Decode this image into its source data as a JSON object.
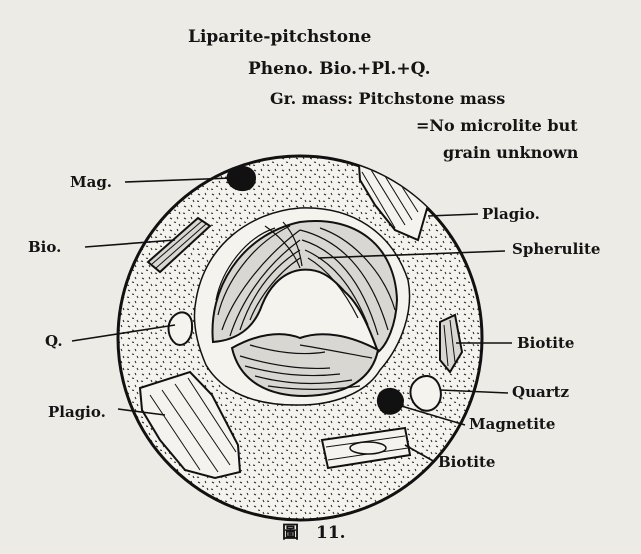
{
  "header": {
    "title": "Liparite-pitchstone",
    "pheno": "Pheno. Bio.+Pl.+Q.",
    "groundmass": "Gr. mass: Pitchstone mass",
    "note_line1": "=No microlite but",
    "note_line2": "grain unknown"
  },
  "labels": {
    "mag": "Mag.",
    "bio": "Bio.",
    "q": "Q.",
    "plagio_left": "Plagio.",
    "plagio_right": "Plagio.",
    "spherulite": "Spherulite",
    "biotite_right": "Biotite",
    "quartz": "Quartz",
    "magnetite": "Magnetite",
    "biotite_bottom": "Biotite"
  },
  "caption": "圖　11.",
  "colors": {
    "ink": "#141414",
    "paper": "#ecebe6"
  }
}
